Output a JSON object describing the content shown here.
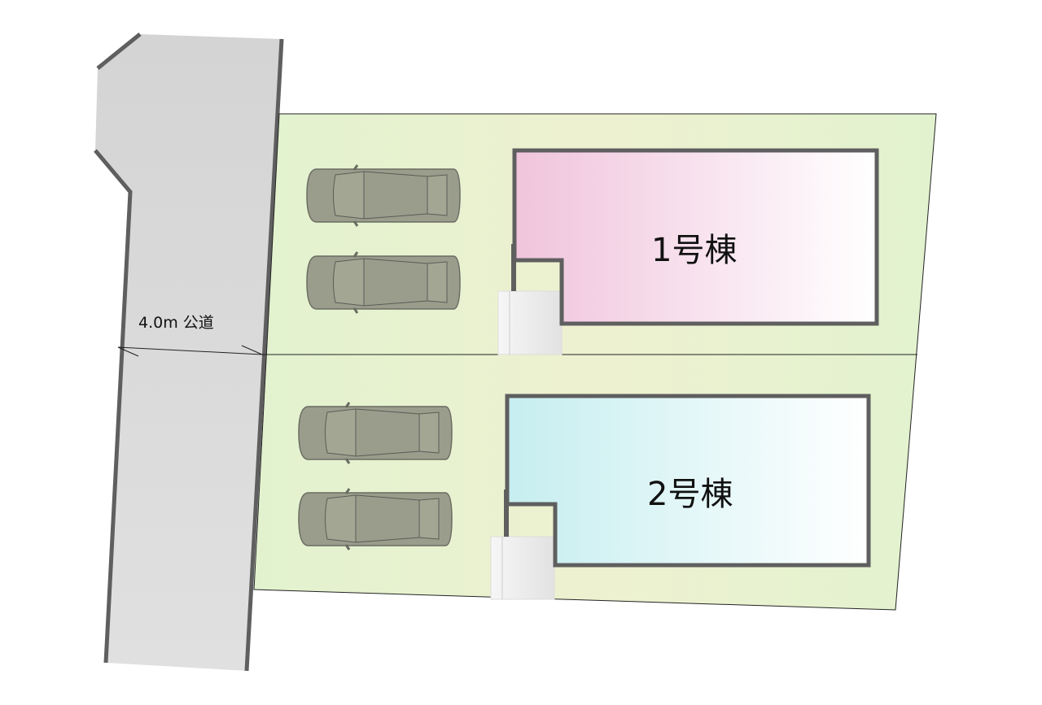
{
  "road": {
    "label": "4.0m 公道"
  },
  "buildings": [
    {
      "label": "1号棟",
      "color": "#f0c6de"
    },
    {
      "label": "2号棟",
      "color": "#c8eef0"
    }
  ],
  "colors": {
    "lot": "#e6f2cd",
    "road": "#d9d9d9",
    "wall": "#5f5f5f",
    "car": "#9a9d8c"
  }
}
